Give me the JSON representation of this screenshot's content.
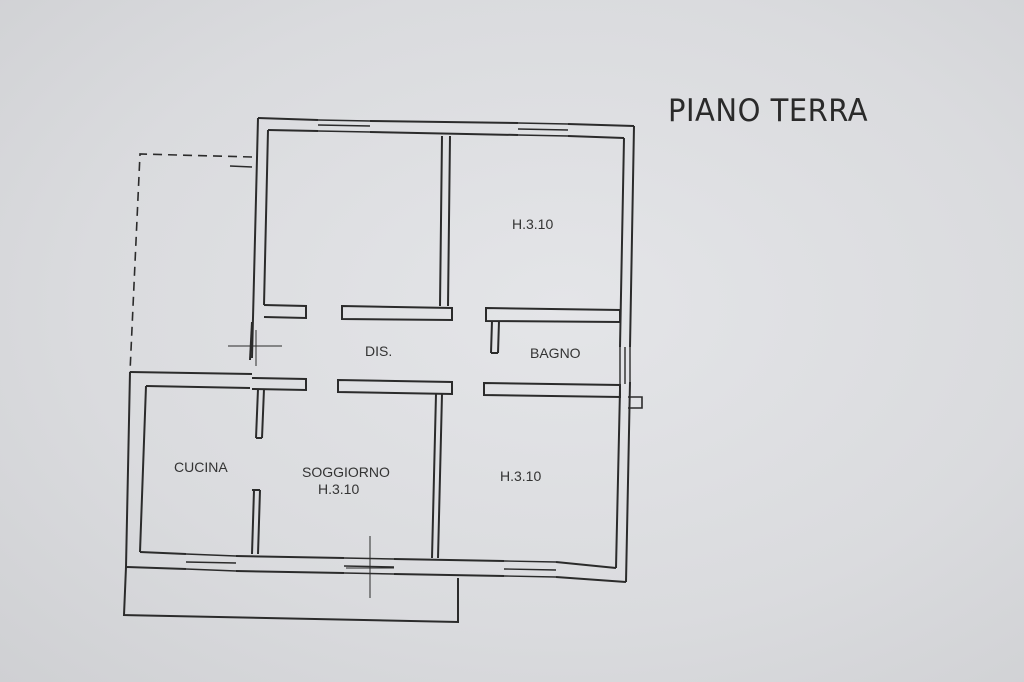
{
  "title": "PIANO TERRA",
  "rooms": {
    "bedroom_top_right": "H.3.10",
    "disimpegno": "DIS.",
    "bagno": "BAGNO",
    "cucina": "CUCINA",
    "soggiorno": "SOGGIORNO",
    "soggiorno_height": "H.3.10",
    "bedroom_bottom_right": "H.3.10"
  },
  "colors": {
    "paper": "#dadbde",
    "wall_ink": "#2b2b2b",
    "text_ink": "#333333"
  }
}
